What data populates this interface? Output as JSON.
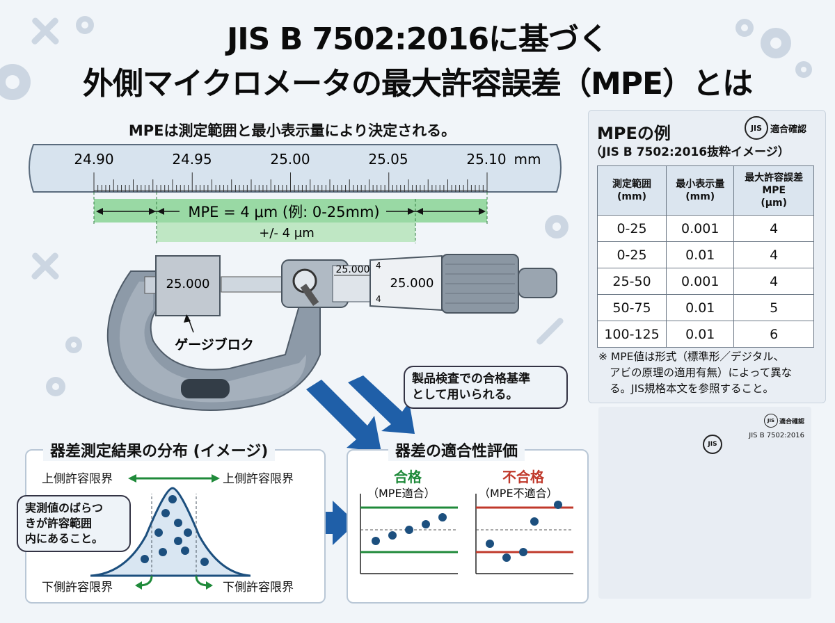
{
  "title": {
    "line1": "JIS B 7502:2016に基づく",
    "line2": "外側マイクロメータの最大許容誤差（MPE）とは"
  },
  "subtitle": "MPEは測定範囲と最小表示量により決定される。",
  "scale": {
    "labels": [
      "24.90",
      "24.95",
      "25.00",
      "25.05",
      "25.10"
    ],
    "unit": "mm",
    "mpe_label": "MPE = 4 μm (例: 0-25mm)",
    "tolerance_label": "+/- 4 μm"
  },
  "micrometer": {
    "gauge_value": "25.000",
    "sleeve_value": "25.000",
    "thimble_value": "25.000",
    "thimble_tick_top": "4",
    "thimble_tick_bottom": "4",
    "gauge_caption": "ゲージブロク"
  },
  "sidebar": {
    "heading": "MPEの例",
    "subheading": "（JIS B 7502:2016抜粋イメージ）",
    "badge_jis": "JIS",
    "badge_text": "適合確認",
    "table": {
      "headers": [
        [
          "測定範囲",
          "(mm)"
        ],
        [
          "最小表示量",
          "(mm)"
        ],
        [
          "最大許容誤差",
          "MPE",
          "(μm)"
        ]
      ],
      "rows": [
        [
          "0-25",
          "0.001",
          "4"
        ],
        [
          "0-25",
          "0.01",
          "4"
        ],
        [
          "25-50",
          "0.001",
          "4"
        ],
        [
          "50-75",
          "0.01",
          "5"
        ],
        [
          "100-125",
          "0.01",
          "6"
        ]
      ]
    },
    "note_lines": [
      "※ MPE値は形式（標準形／デジタル、",
      "アビの原理の適用有無）によって異な",
      "る。JIS規格本文を参照すること。"
    ],
    "stamp_jis": "JIS",
    "stamp_text": "適合確認",
    "stamp_code": "JIS B 7502:2016",
    "seal": "JIS"
  },
  "callout_inspection": [
    "製品検査での合格基準",
    "として用いられる。"
  ],
  "distribution": {
    "title": "器差測定結果の分布 (イメージ)",
    "upper_left": "上側許容限界",
    "upper_right": "上側許容限界",
    "lower_left": "下側許容限界",
    "lower_right": "下側許容限界",
    "callout": [
      "実測値のばらつ",
      "きが許容範囲",
      "内にあること。"
    ]
  },
  "evaluation": {
    "title": "器差の適合性評価",
    "pass_label": "合格",
    "pass_sub": "（MPE適合）",
    "fail_label": "不合格",
    "fail_sub": "（MPE不適合）"
  },
  "colors": {
    "pass": "#1f8a3a",
    "fail": "#c0392b",
    "accent_blue": "#1f5fa8",
    "band_green": "#8fd69a",
    "band_light": "#bfe7c4"
  }
}
